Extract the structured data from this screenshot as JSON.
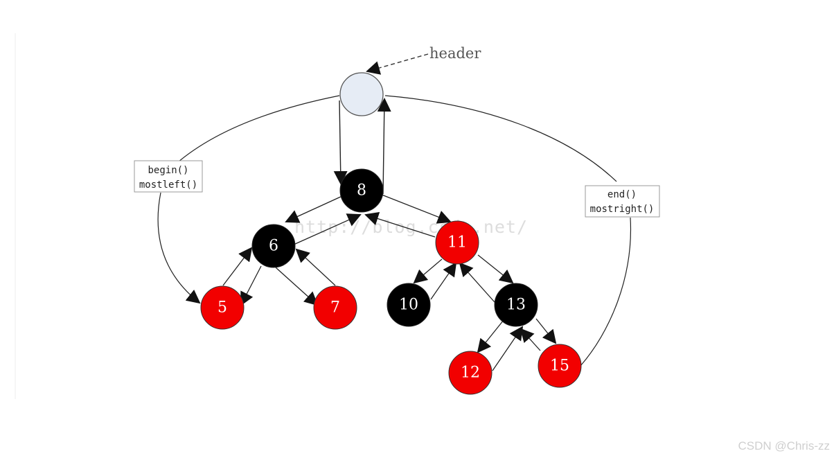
{
  "diagram": {
    "header_label": "header",
    "watermark": "http://blog.csdn.net/",
    "credit": "CSDN @Chris-zz",
    "begin_box": {
      "line1": "begin()",
      "line2": "mostleft()"
    },
    "end_box": {
      "line1": "end()",
      "line2": "mostright()"
    },
    "colors": {
      "red_node": "#f20000",
      "black_node": "#000000",
      "header_node": "#e6ecf5",
      "edge": "#222222"
    },
    "nodes": [
      {
        "id": "header",
        "label": "",
        "color": "header"
      },
      {
        "id": "n8",
        "label": "8",
        "color": "black"
      },
      {
        "id": "n6",
        "label": "6",
        "color": "black"
      },
      {
        "id": "n11",
        "label": "11",
        "color": "red"
      },
      {
        "id": "n5",
        "label": "5",
        "color": "red"
      },
      {
        "id": "n7",
        "label": "7",
        "color": "red"
      },
      {
        "id": "n10",
        "label": "10",
        "color": "black"
      },
      {
        "id": "n13",
        "label": "13",
        "color": "black"
      },
      {
        "id": "n12",
        "label": "12",
        "color": "red"
      },
      {
        "id": "n15",
        "label": "15",
        "color": "red"
      }
    ]
  }
}
